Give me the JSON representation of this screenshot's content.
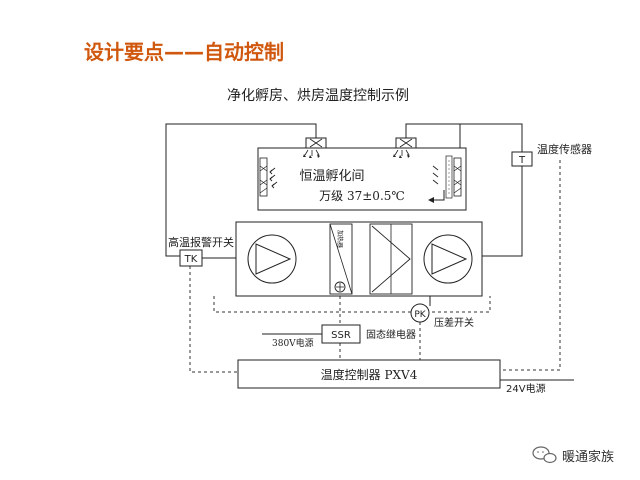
{
  "slide_title": "设计要点——自动控制",
  "diagram": {
    "subtitle": "净化孵房、烘房温度控制示例",
    "room": {
      "name": "恒温孵化间",
      "spec": "万级   37±0.5℃"
    },
    "labels": {
      "temp_sensor": "温度传感器",
      "sensor_symbol": "T",
      "high_temp_switch": "高温报警开关",
      "tk_symbol": "TK",
      "pk_symbol": "PK",
      "pressure_switch": "压差开关",
      "ssr_symbol": "SSR",
      "ssr_label": "固态继电器",
      "power_380": "380V电源",
      "controller": "温度控制器 PXV4",
      "power_24": "24V电源",
      "heater_symbol": "加热器"
    }
  },
  "watermark": {
    "text": "暖通家族"
  }
}
